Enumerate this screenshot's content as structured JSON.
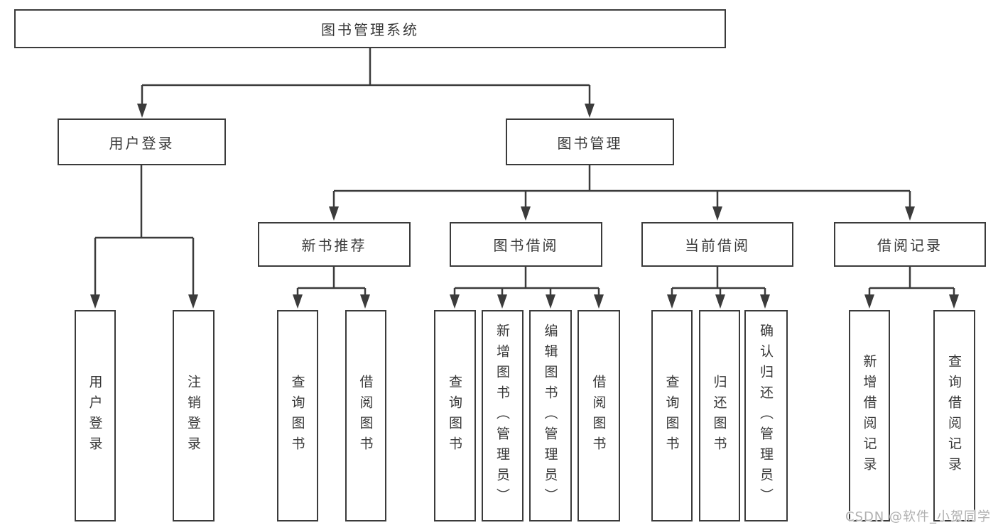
{
  "diagram": {
    "root": {
      "label": "图书管理系统"
    },
    "level2": [
      {
        "label": "用户登录"
      },
      {
        "label": "图书管理"
      }
    ],
    "level3": [
      {
        "label": "新书推荐"
      },
      {
        "label": "图书借阅"
      },
      {
        "label": "当前借阅"
      },
      {
        "label": "借阅记录"
      }
    ],
    "leaves": {
      "user_login": [
        {
          "label": "用户登录"
        },
        {
          "label": "注销登录"
        }
      ],
      "new_book_recommend": [
        {
          "label": "查询图书"
        },
        {
          "label": "借阅图书"
        }
      ],
      "book_borrow": [
        {
          "label": "查询图书"
        },
        {
          "label": "新增图书（管理员）"
        },
        {
          "label": "编辑图书（管理员）"
        },
        {
          "label": "借阅图书"
        }
      ],
      "current_borrow": [
        {
          "label": "查询图书"
        },
        {
          "label": "归还图书"
        },
        {
          "label": "确认归还（管理员）"
        }
      ],
      "borrow_record": [
        {
          "label": "新增借阅记录"
        },
        {
          "label": "查询借阅记录"
        }
      ]
    },
    "watermark": "CSDN @软件_小贺同学",
    "colors": {
      "line": "#3b3b3b",
      "box_border": "#3b3b3b",
      "background": "#ffffff",
      "watermark_gray": "#b0b0b0"
    }
  }
}
